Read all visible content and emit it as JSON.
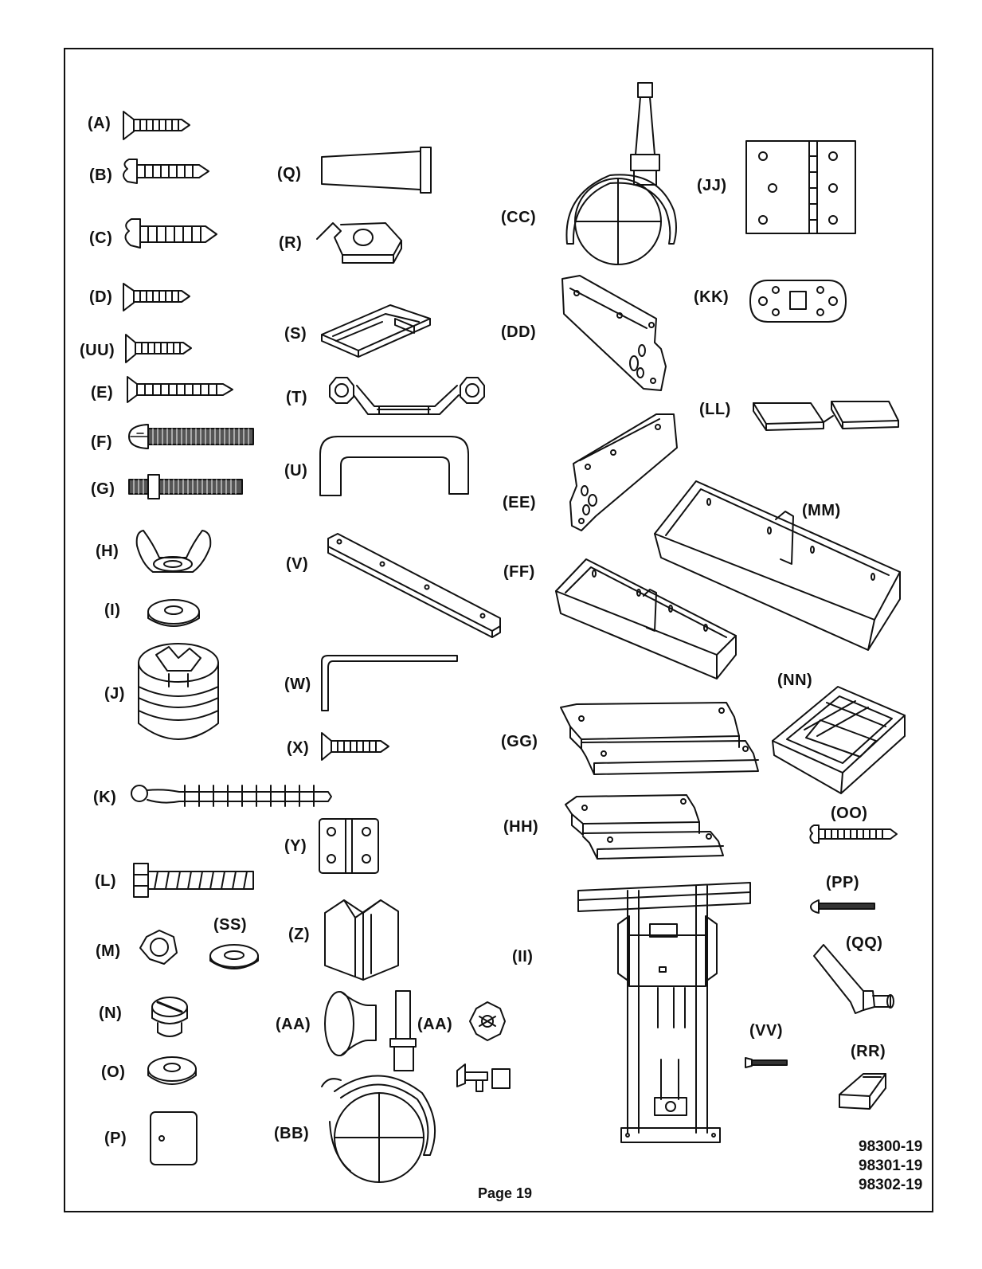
{
  "parts": [
    {
      "id": "A",
      "label": "(A)"
    },
    {
      "id": "B",
      "label": "(B)"
    },
    {
      "id": "C",
      "label": "(C)"
    },
    {
      "id": "D",
      "label": "(D)"
    },
    {
      "id": "UU",
      "label": "(UU)"
    },
    {
      "id": "E",
      "label": "(E)"
    },
    {
      "id": "F",
      "label": "(F)"
    },
    {
      "id": "G",
      "label": "(G)"
    },
    {
      "id": "H",
      "label": "(H)"
    },
    {
      "id": "I",
      "label": "(I)"
    },
    {
      "id": "J",
      "label": "(J)"
    },
    {
      "id": "K",
      "label": "(K)"
    },
    {
      "id": "L",
      "label": "(L)"
    },
    {
      "id": "M",
      "label": "(M)"
    },
    {
      "id": "SS",
      "label": "(SS)"
    },
    {
      "id": "N",
      "label": "(N)"
    },
    {
      "id": "O",
      "label": "(O)"
    },
    {
      "id": "P",
      "label": "(P)"
    },
    {
      "id": "Q",
      "label": "(Q)"
    },
    {
      "id": "R",
      "label": "(R)"
    },
    {
      "id": "S",
      "label": "(S)"
    },
    {
      "id": "T",
      "label": "(T)"
    },
    {
      "id": "U",
      "label": "(U)"
    },
    {
      "id": "V",
      "label": "(V)"
    },
    {
      "id": "W",
      "label": "(W)"
    },
    {
      "id": "X",
      "label": "(X)"
    },
    {
      "id": "Y",
      "label": "(Y)"
    },
    {
      "id": "Z",
      "label": "(Z)"
    },
    {
      "id": "AA1",
      "label": "(AA)"
    },
    {
      "id": "AA2",
      "label": "(AA)"
    },
    {
      "id": "BB",
      "label": "(BB)"
    },
    {
      "id": "CC",
      "label": "(CC)"
    },
    {
      "id": "DD",
      "label": "(DD)"
    },
    {
      "id": "EE",
      "label": "(EE)"
    },
    {
      "id": "FF",
      "label": "(FF)"
    },
    {
      "id": "GG",
      "label": "(GG)"
    },
    {
      "id": "HH",
      "label": "(HH)"
    },
    {
      "id": "II",
      "label": "(II)"
    },
    {
      "id": "JJ",
      "label": "(JJ)"
    },
    {
      "id": "KK",
      "label": "(KK)"
    },
    {
      "id": "LL",
      "label": "(LL)"
    },
    {
      "id": "MM",
      "label": "(MM)"
    },
    {
      "id": "NN",
      "label": "(NN)"
    },
    {
      "id": "OO",
      "label": "(OO)"
    },
    {
      "id": "PP",
      "label": "(PP)"
    },
    {
      "id": "QQ",
      "label": "(QQ)"
    },
    {
      "id": "VV",
      "label": "(VV)"
    },
    {
      "id": "RR",
      "label": "(RR)"
    }
  ],
  "footer": {
    "page": "Page 19",
    "model_numbers": [
      "98300-19",
      "98301-19",
      "98302-19"
    ]
  }
}
